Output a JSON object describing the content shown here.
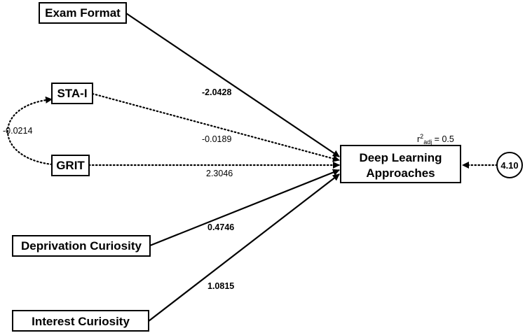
{
  "nodes": {
    "exam_format": "Exam Format",
    "stai": "STA-I",
    "grit": "GRIT",
    "deprivation_curiosity": "Deprivation Curiosity",
    "interest_curiosity": "Interest Curiosity",
    "outcome_line1": "Deep Learning",
    "outcome_line2": "Approaches",
    "error_term": "4.10"
  },
  "paths": {
    "exam_format": "-2.0428",
    "stai": "-0.0189",
    "grit": "2.3046",
    "deprivation_curiosity": "0.4746",
    "interest_curiosity": "1.0815",
    "stai_grit_covariance": "-0.0214"
  },
  "fit": {
    "r": "r",
    "sup": "2",
    "sub": "adj",
    "value": " = 0.5"
  }
}
